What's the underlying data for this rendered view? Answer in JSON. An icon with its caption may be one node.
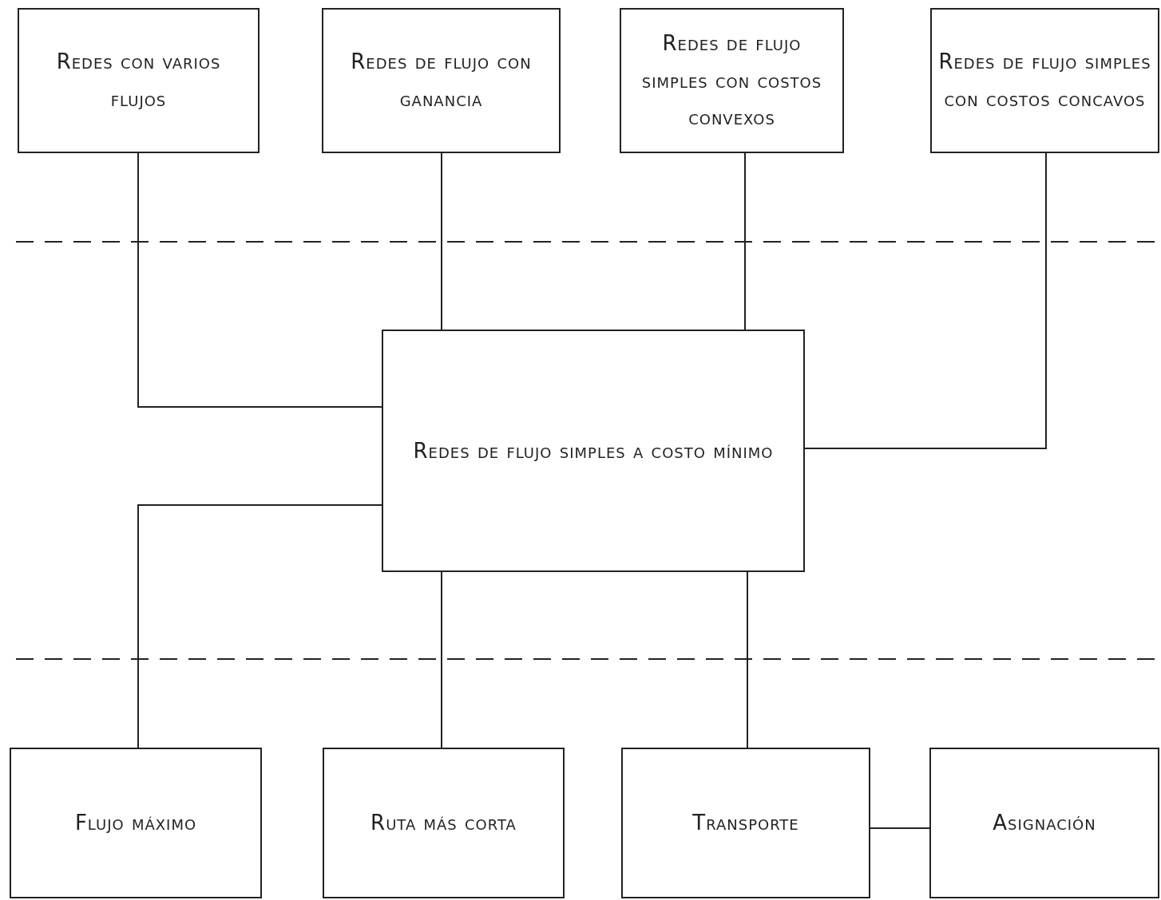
{
  "diagram": {
    "nodes": [
      {
        "text": [
          "Redes con varios flujos"
        ]
      },
      {
        "text": [
          "Redes de flujo con ganancia"
        ]
      },
      {
        "text": [
          "Redes de flujo simples con costos convexos"
        ]
      },
      {
        "text": [
          "Redes de flujo simples con costos concavos"
        ]
      },
      {
        "text": [
          "Redes de flujo simples a costo mínimo"
        ]
      },
      {
        "text": [
          "Flujo máximo"
        ]
      },
      {
        "text": [
          "Ruta más corta"
        ]
      },
      {
        "text": [
          "Transporte"
        ]
      },
      {
        "text": [
          "Asignación"
        ]
      }
    ],
    "edges": [
      {
        "from": 0,
        "to": 4,
        "arrow": "none"
      },
      {
        "from": 1,
        "to": 4,
        "arrow": "none"
      },
      {
        "from": 2,
        "to": 4,
        "arrow": "none"
      },
      {
        "from": 3,
        "to": 4,
        "arrow": "none"
      },
      {
        "from": 4,
        "to": 5,
        "arrow": "none"
      },
      {
        "from": 4,
        "to": 6,
        "arrow": "none"
      },
      {
        "from": 4,
        "to": 7,
        "arrow": "none"
      },
      {
        "from": 7,
        "to": 8,
        "arrow": "none"
      }
    ]
  }
}
